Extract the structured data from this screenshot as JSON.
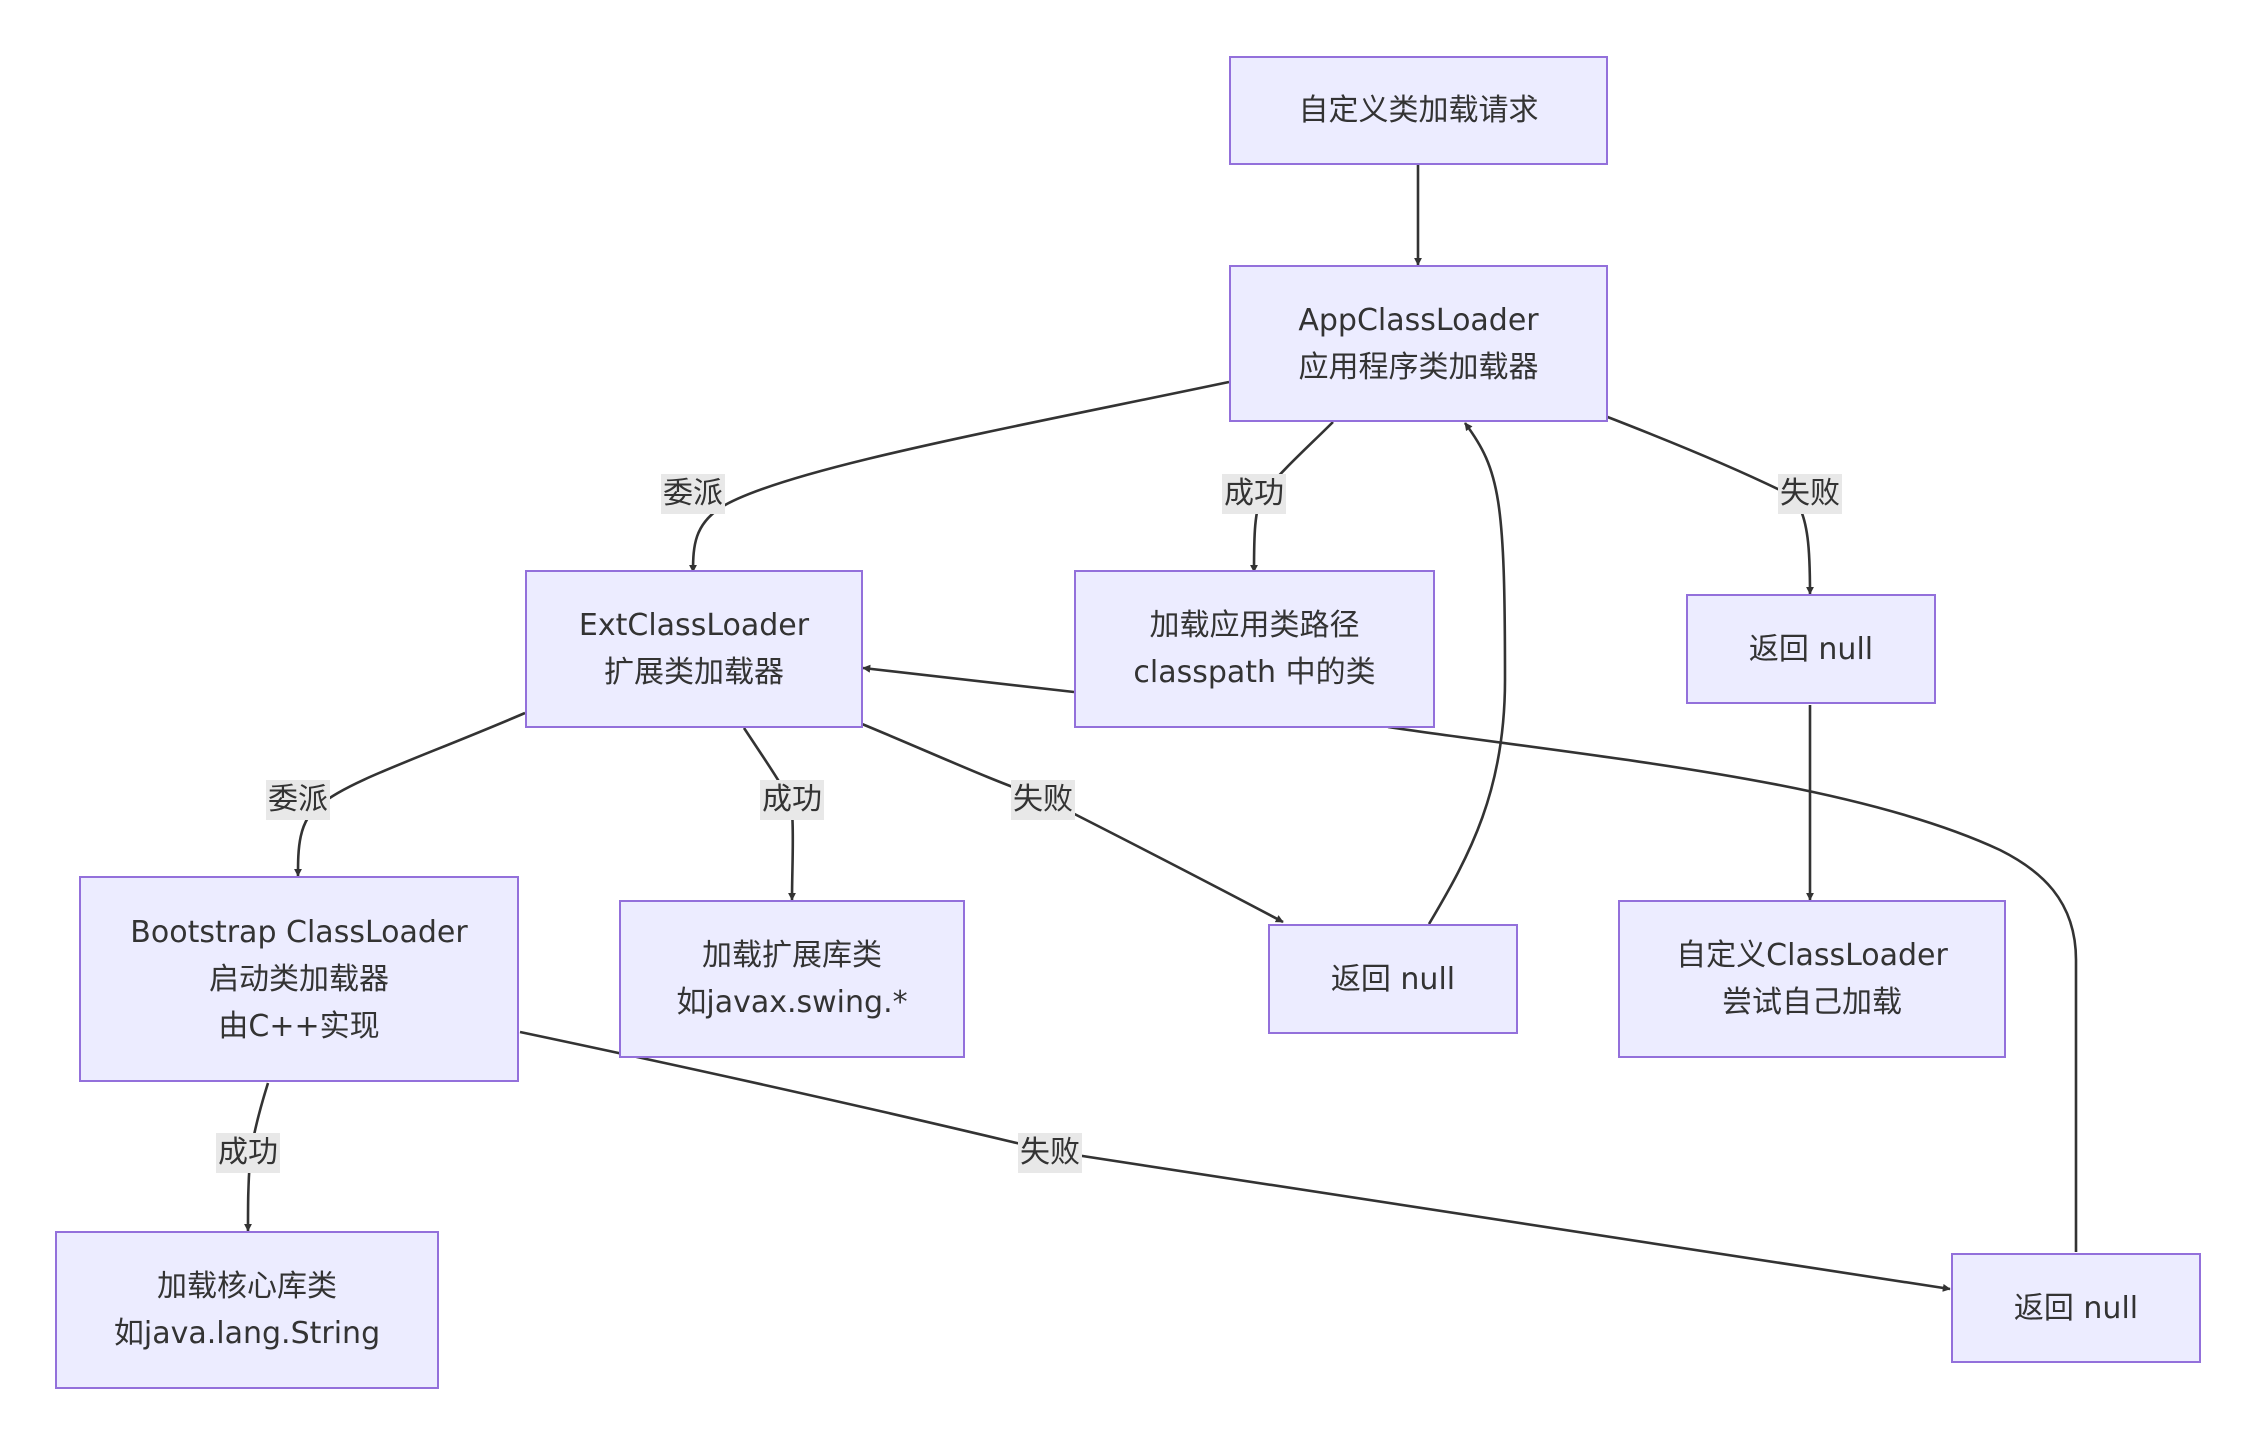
{
  "nodes": {
    "custom_request": {
      "lines": [
        "自定义类加载请求"
      ]
    },
    "app_loader": {
      "lines": [
        "AppClassLoader",
        "应用程序类加载器"
      ]
    },
    "ext_loader": {
      "lines": [
        "ExtClassLoader",
        "扩展类加载器"
      ]
    },
    "load_classpath": {
      "lines": [
        "加载应用类路径",
        "classpath 中的类"
      ]
    },
    "app_return_null": {
      "lines": [
        "返回 null"
      ]
    },
    "bootstrap_loader": {
      "lines": [
        "Bootstrap ClassLoader",
        "启动类加载器",
        "由C++实现"
      ]
    },
    "load_ext_lib": {
      "lines": [
        "加载扩展库类",
        "如javax.swing.*"
      ]
    },
    "ext_return_null": {
      "lines": [
        "返回 null"
      ]
    },
    "custom_loader": {
      "lines": [
        "自定义ClassLoader",
        "尝试自己加载"
      ]
    },
    "load_core_lib": {
      "lines": [
        "加载核心库类",
        "如java.lang.String"
      ]
    },
    "bootstrap_return_null": {
      "lines": [
        "返回 null"
      ]
    }
  },
  "edges": {
    "app_delegate": "委派",
    "app_success": "成功",
    "app_fail": "失败",
    "ext_delegate": "委派",
    "ext_success": "成功",
    "ext_fail": "失败",
    "boot_success": "成功",
    "boot_fail": "失败"
  },
  "colors": {
    "node_fill": "#ECECFF",
    "node_border": "#9370DB",
    "edge_stroke": "#333333",
    "label_background": "#e8e8e8",
    "text": "#333333"
  }
}
